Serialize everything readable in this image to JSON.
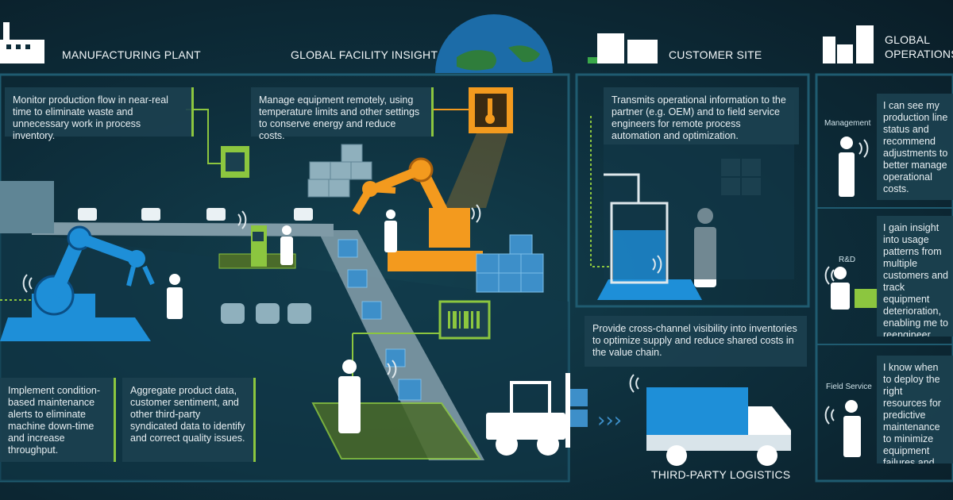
{
  "sections": {
    "manufacturing_plant": "MANUFACTURING PLANT",
    "global_facility_insight": "GLOBAL FACILITY INSIGHT",
    "customer_site": "CUSTOMER SITE",
    "global_operations_line1": "GLOBAL",
    "global_operations_line2": "OPERATIONS",
    "third_party_logistics": "THIRD-PARTY LOGISTICS"
  },
  "callouts": {
    "monitor": "Monitor production flow in near-real time to eliminate waste and unnecessary work in process inventory.",
    "manage": "Manage equipment remotely, using temperature limits and other settings to conserve energy and reduce costs.",
    "maintenance": "Implement condition-based maintenance alerts to eliminate machine down-time and increase throughput.",
    "aggregate": "Aggregate product data, customer sentiment, and other third-party syndicated data to identify and correct quality issues.",
    "transmits": "Transmits operational information to the partner (e.g. OEM) and to field service engineers for remote process automation and optimization.",
    "provide": "Provide cross-channel visibility into inventories to optimize supply and reduce shared costs in the value chain."
  },
  "operations": [
    {
      "role": "Management",
      "text": "I can see my production line status and recommend adjustments to better manage operational costs."
    },
    {
      "role": "R&D",
      "text": "I gain insight into usage patterns from multiple customers and track equipment deterioration, enabling me to reengineer products for better performance."
    },
    {
      "role": "Field Service",
      "text": "I know when to deploy the right resources for predictive maintenance to minimize equipment failures and reduce service cost."
    }
  ],
  "colors": {
    "accent_green": "#8cc63f",
    "accent_orange": "#f39a1e",
    "accent_blue": "#1e8fd8",
    "panel": "#1b404f",
    "frame": "#1f5b70"
  },
  "icons": [
    "factory-icon",
    "globe-icon",
    "office-building-icon",
    "city-buildings-icon",
    "robot-arm-icon",
    "thermometer-tablet-icon",
    "barcode-icon",
    "forklift-icon",
    "truck-icon",
    "worker-icon",
    "wireless-signal-icon"
  ]
}
